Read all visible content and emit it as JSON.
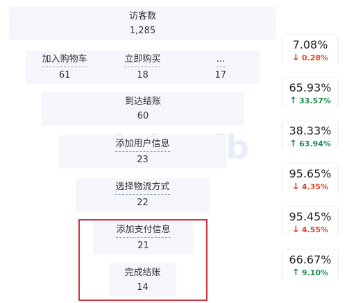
{
  "funnel": {
    "visitors": {
      "label": "访客数",
      "value": "1,285"
    },
    "sub_steps": [
      {
        "label": "加入购物车",
        "value": "61"
      },
      {
        "label": "立即购买",
        "value": "18"
      },
      {
        "label": "...",
        "value": "17"
      }
    ],
    "arrive_checkout": {
      "label": "到达结账",
      "value": "60"
    },
    "add_user_info": {
      "label": "添加用户信息",
      "value": "23"
    },
    "select_shipping": {
      "label": "选择物流方式",
      "value": "22"
    },
    "add_payment_info": {
      "label": "添加支付信息",
      "value": "21"
    },
    "complete_checkout": {
      "label": "完成结账",
      "value": "14"
    }
  },
  "conversions": [
    {
      "rate": "7.08%",
      "change": "0.28%",
      "direction": "down"
    },
    {
      "rate": "65.93%",
      "change": "33.57%",
      "direction": "up"
    },
    {
      "rate": "38.33%",
      "change": "63.94%",
      "direction": "up"
    },
    {
      "rate": "95.65%",
      "change": "4.35%",
      "direction": "down"
    },
    {
      "rate": "95.45%",
      "change": "4.55%",
      "direction": "down"
    },
    {
      "rate": "66.67%",
      "change": "9.10%",
      "direction": "up"
    }
  ],
  "colors": {
    "up": "#1a8a4a",
    "down": "#d7462a",
    "highlight": "#d0313d"
  },
  "watermark": "doingfb"
}
